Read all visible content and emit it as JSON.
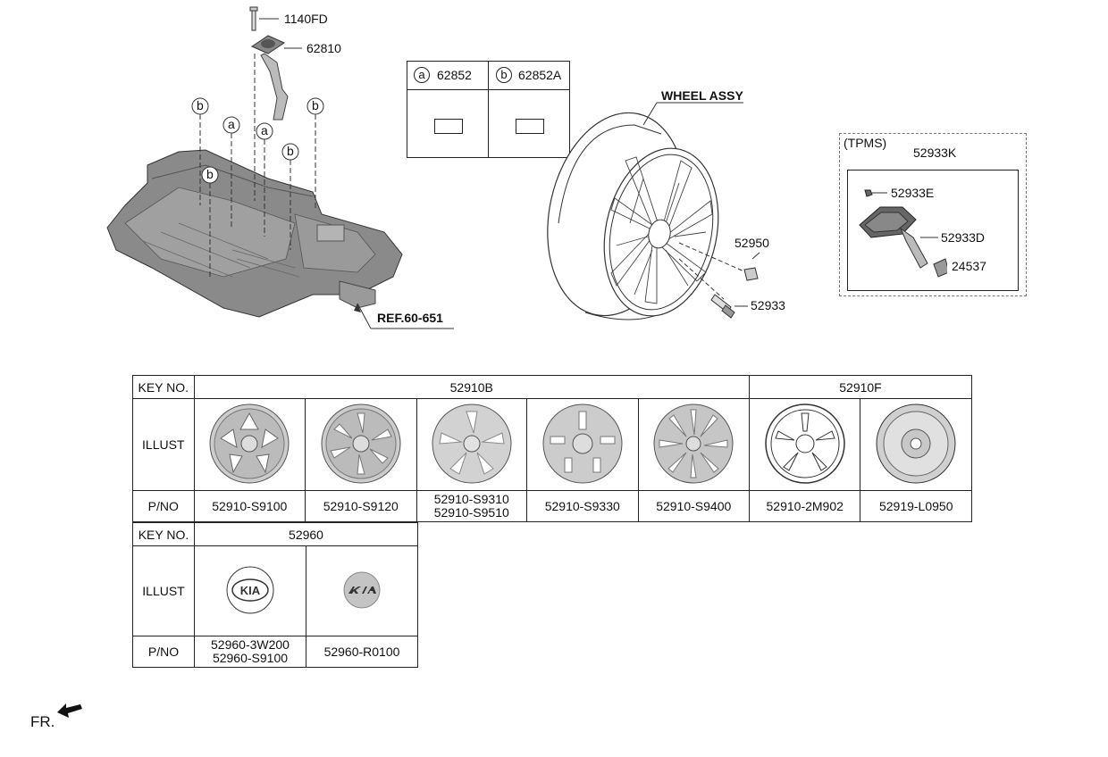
{
  "top": {
    "bolt": "1140FD",
    "jack_bracket": "62810",
    "ref": "REF.60-651",
    "wheel_assy": "WHEEL ASSY",
    "nut": "52950",
    "valve": "52933",
    "floor_markers": [
      "b",
      "a",
      "a",
      "b",
      "b",
      "b"
    ]
  },
  "ab_box": {
    "a_mark": "a",
    "a_part": "62852",
    "b_mark": "b",
    "b_part": "62852A"
  },
  "tpms": {
    "title": "(TPMS)",
    "assy": "52933K",
    "screw": "52933E",
    "valve": "52933D",
    "cap": "24537"
  },
  "table1": {
    "key_label": "KEY NO.",
    "illust_label": "ILLUST",
    "pno_label": "P/NO",
    "group1": "52910B",
    "group2": "52910F",
    "parts": [
      [
        "52910-S9100"
      ],
      [
        "52910-S9120"
      ],
      [
        "52910-S9310",
        "52910-S9510"
      ],
      [
        "52910-S9330"
      ],
      [
        "52910-S9400"
      ],
      [
        "52910-2M902"
      ],
      [
        "52919-L0950"
      ]
    ]
  },
  "table2": {
    "key_label": "KEY NO.",
    "illust_label": "ILLUST",
    "pno_label": "P/NO",
    "group": "52960",
    "emblem_text": "KIA",
    "parts": [
      [
        "52960-3W200",
        "52960-S9100"
      ],
      [
        "52960-R0100"
      ]
    ]
  },
  "fr_label": "FR."
}
